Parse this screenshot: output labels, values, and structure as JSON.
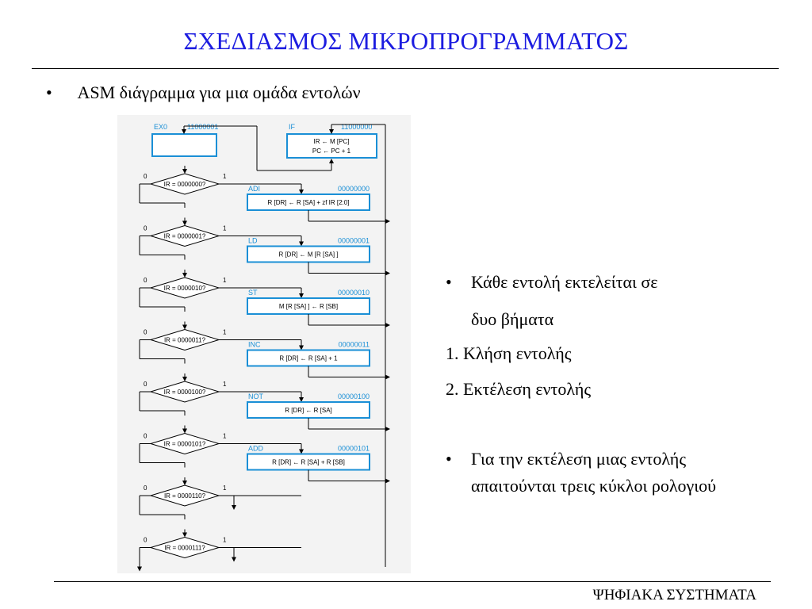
{
  "slide": {
    "title": "ΣΧΕΔΙΑΣΜΟΣ ΜΙΚΡΟΠΡΟΓΡΑΜΜΑΤΟΣ",
    "bullet1": "ASM διάγραμμα για μια ομάδα εντολών",
    "right_bullets": [
      "Κάθε εντολή εκτελείται σε",
      "δυο βήματα",
      "1. Κλήση εντολής",
      "2. Εκτέλεση εντολής",
      "Για την εκτέλεση μιας εντολής",
      "απαιτούνται τρεις κύκλοι ρολογιού"
    ],
    "bullet_glyph": "•",
    "footer": "ΨΗΦΙΑΚΑ ΣΥΣΤΗΜΑΤΑ",
    "title_color": "#1c1ce0"
  },
  "asm": {
    "ex0": {
      "label": "EX0",
      "code": "11000001"
    },
    "if": {
      "label": "IF",
      "code": "11000000",
      "op1": "IR ← M [PC]",
      "op2": "PC ← PC + 1"
    },
    "false_label": "0",
    "true_label": "1",
    "decisions": [
      "IR = 0000000?",
      "IR = 0000001?",
      "IR = 0000010?",
      "IR = 0000011?",
      "IR = 0000100?",
      "IR = 0000101?",
      "IR = 0000110?",
      "IR = 0000111?"
    ],
    "states": [
      {
        "name": "ADI",
        "code": "00000000",
        "op": "R [DR] ← R [SA] + zf IR [2:0]"
      },
      {
        "name": "LD",
        "code": "00000001",
        "op": "R [DR] ← M [R [SA] ]"
      },
      {
        "name": "ST",
        "code": "00000010",
        "op": "M [R [SA] ] ← R [SB]"
      },
      {
        "name": "INC",
        "code": "00000011",
        "op": "R [DR] ← R  [SA] + 1"
      },
      {
        "name": "NOT",
        "code": "00000100",
        "op": "R [DR] ← R [SA]"
      },
      {
        "name": "ADD",
        "code": "00000101",
        "op": "R [DR] ← R [SA] + R [SB]"
      }
    ],
    "colors": {
      "box": "#1a8fd6",
      "label": "#1a8fd6",
      "line": "#000000"
    }
  }
}
